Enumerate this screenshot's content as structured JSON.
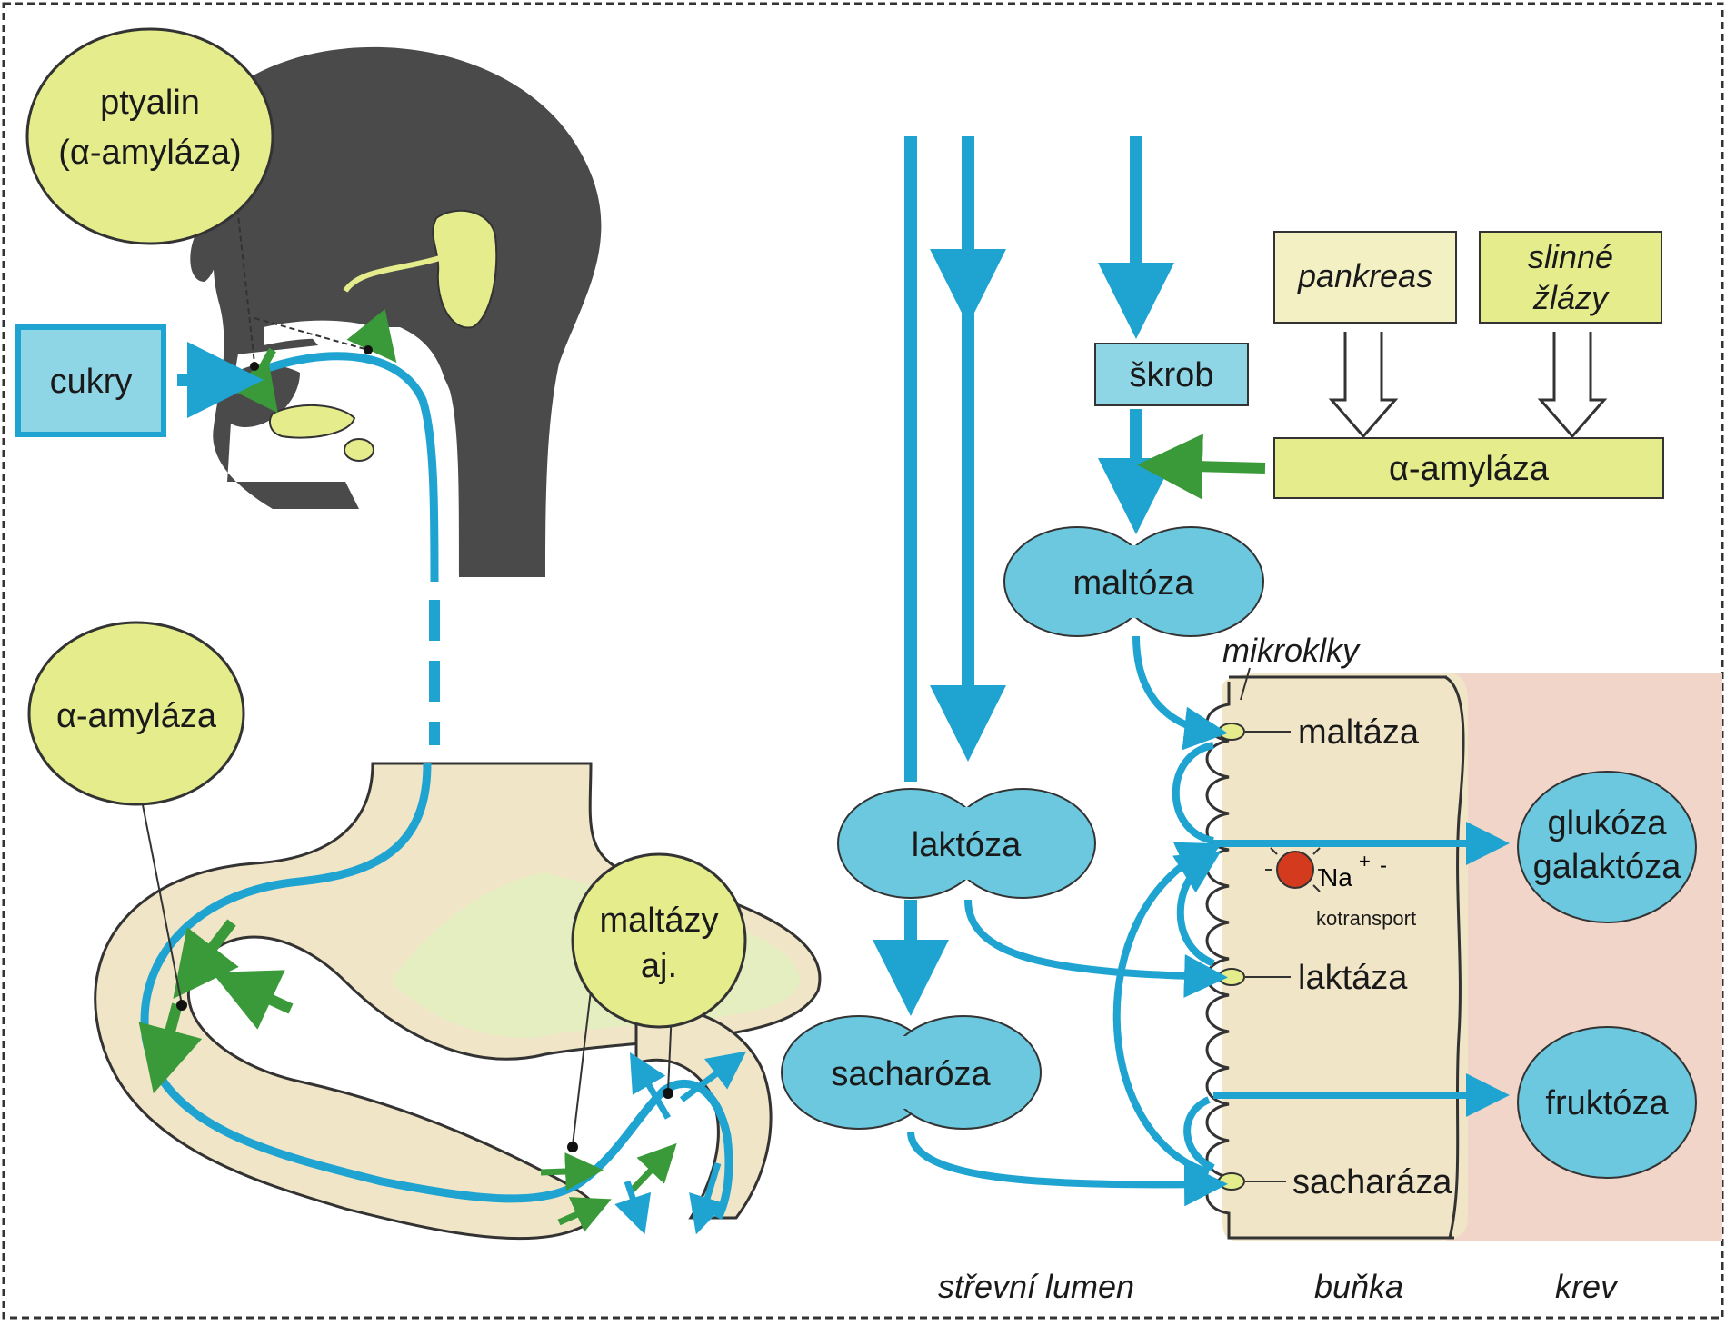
{
  "labels": {
    "ptyalin_line1": "ptyalin",
    "ptyalin_line2": "(α-amyláza)",
    "cukry": "cukry",
    "amylaza_stomach": "α-amyláza",
    "maltazy_line1": "maltázy",
    "maltazy_line2": "aj.",
    "pankreas": "pankreas",
    "slinne_line1": "slinné",
    "slinne_line2": "žlázy",
    "amylaza_bar": "α-amyláza",
    "skrob": "škrob",
    "maltoza": "maltóza",
    "laktoza": "laktóza",
    "sacharoza": "sacharóza",
    "mikroklky": "mikroklky",
    "maltaza": "maltáza",
    "laktaza": "laktáza",
    "sacharaza": "sacharáza",
    "na": "Na",
    "na_sup": "+",
    "na_dash": "-",
    "kotransport": "kotransport",
    "glukoza": "glukóza",
    "galaktoza": "galaktóza",
    "fruktoza": "fruktóza",
    "strevni_lumen": "střevní lumen",
    "bunka": "buňka",
    "krev": "krev"
  },
  "colors": {
    "blue": "#1fa3d1",
    "light_blue": "#8ed6e6",
    "cyan_fill": "#6cc8de",
    "yellow": "#e4ec8c",
    "yellow_dark": "#d9e36c",
    "green": "#3a9a3a",
    "dark_gray": "#4a4a4a",
    "tan": "#f1e5c7",
    "pink": "#f0d5c8",
    "red": "#d43a1e"
  }
}
